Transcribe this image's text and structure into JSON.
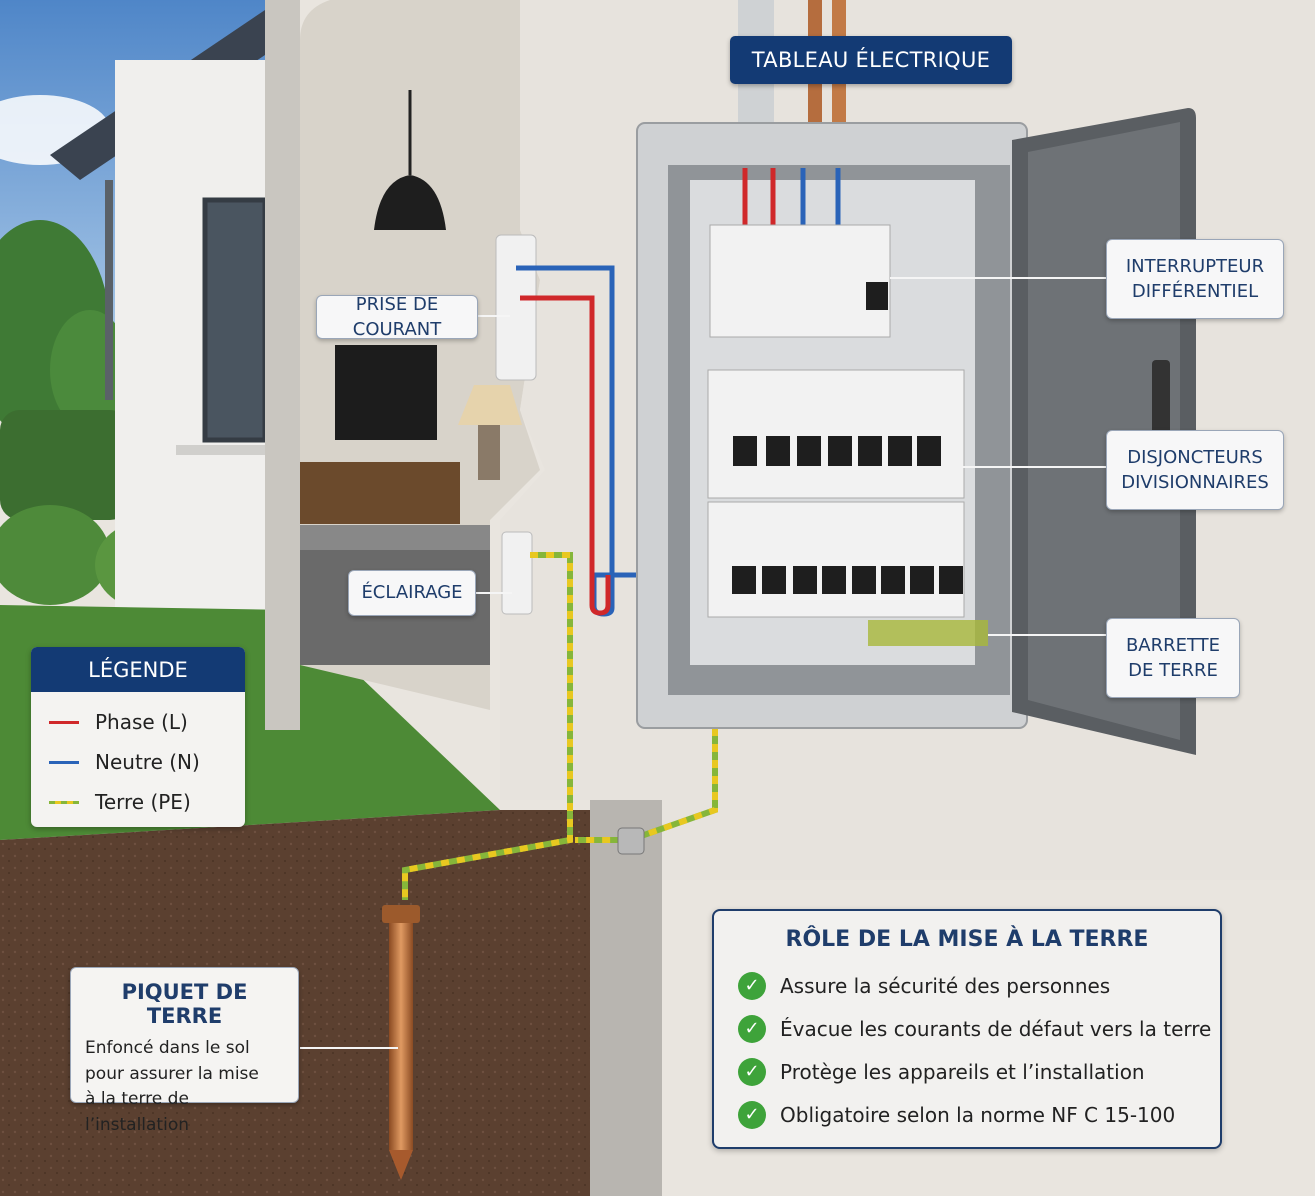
{
  "title": "TABLEAU ÉLECTRIQUE",
  "labels": {
    "prise": "PRISE DE COURANT",
    "eclairage": "ÉCLAIRAGE",
    "interrupteur": [
      "INTERRUPTEUR",
      "DIFFÉRENTIEL"
    ],
    "disjoncteurs": [
      "DISJONCTEURS",
      "DIVISIONNAIRES"
    ],
    "barrette": [
      "BARRETTE",
      "DE TERRE"
    ]
  },
  "legend": {
    "title": "LÉGENDE",
    "items": [
      {
        "label": "Phase (L)",
        "color": "#d0282a"
      },
      {
        "label": "Neutre (N)",
        "color": "#2a63b8"
      },
      {
        "label": "Terre (PE)",
        "color": "#86b63a"
      }
    ]
  },
  "piquet": {
    "title": "PIQUET DE TERRE",
    "lines": [
      "Enfoncé dans le sol",
      "pour assurer la mise",
      "à la terre de l’installation"
    ]
  },
  "role": {
    "title": "RÔLE DE LA MISE À LA TERRE",
    "items": [
      "Assure la sécurité des personnes",
      "Évacue les courants de défaut vers la terre",
      "Protège les appareils et l’installation",
      "Obligatoire selon la norme NF C 15-100"
    ]
  },
  "colors": {
    "navy": "#133a74",
    "phase": "#d0282a",
    "neutral": "#2a63b8",
    "earth_green": "#86b63a",
    "earth_yellow": "#e8c820",
    "copper": "#b86a35"
  }
}
